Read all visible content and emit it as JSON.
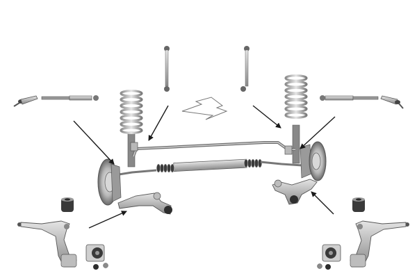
{
  "diagram": {
    "title": "",
    "colors": {
      "background": "#ffffff",
      "metal_dark": "#6f6f6f",
      "metal_mid": "#a9a9a9",
      "metal_light": "#d6d6d6",
      "rubber": "#2e2e2e",
      "arrow": "#1a1a1a"
    },
    "parts": [
      {
        "id": "tie-rod-end-left",
        "icon": "tie-rod-end-icon"
      },
      {
        "id": "tie-rod-left",
        "icon": "tie-rod-icon"
      },
      {
        "id": "stabilizer-link-left",
        "icon": "stabilizer-link-icon"
      },
      {
        "id": "stabilizer-link-right",
        "icon": "stabilizer-link-icon"
      },
      {
        "id": "tie-rod-right",
        "icon": "tie-rod-icon"
      },
      {
        "id": "tie-rod-end-right",
        "icon": "tie-rod-end-icon"
      },
      {
        "id": "coil-spring-left",
        "icon": "coil-spring-icon"
      },
      {
        "id": "coil-spring-right",
        "icon": "coil-spring-icon"
      },
      {
        "id": "brake-disc-left",
        "icon": "brake-disc-icon"
      },
      {
        "id": "brake-disc-right",
        "icon": "brake-disc-icon"
      },
      {
        "id": "stabilizer-bar",
        "icon": "stabilizer-bar-icon"
      },
      {
        "id": "steering-rack",
        "icon": "steering-rack-icon"
      },
      {
        "id": "control-arm-left",
        "icon": "control-arm-icon"
      },
      {
        "id": "control-arm-right",
        "icon": "control-arm-icon"
      },
      {
        "id": "bushing-left",
        "icon": "bushing-icon"
      },
      {
        "id": "bushing-right",
        "icon": "bushing-icon"
      },
      {
        "id": "bushing-bracket-left",
        "icon": "bushing-bracket-icon"
      },
      {
        "id": "bushing-bracket-right",
        "icon": "bushing-bracket-icon"
      },
      {
        "id": "ball-joint-bolt-left",
        "icon": "bolt-icon"
      },
      {
        "id": "ball-joint-bolt-right",
        "icon": "bolt-icon"
      }
    ],
    "direction_arrow": {
      "icon": "forward-direction-arrow-icon"
    }
  }
}
